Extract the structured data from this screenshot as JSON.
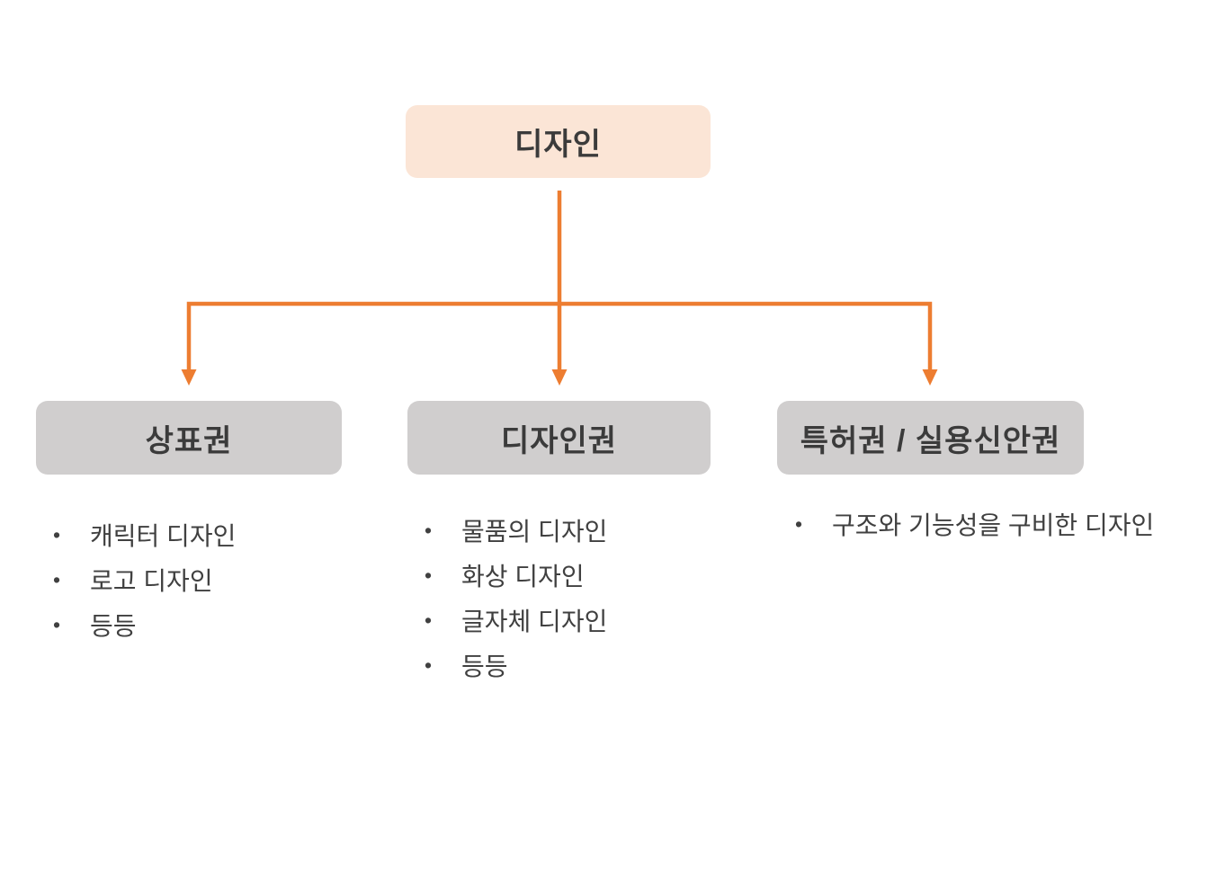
{
  "diagram": {
    "bullet": "•",
    "root": {
      "label": "디자인"
    },
    "branches": [
      {
        "title": "상표권",
        "items": [
          "캐릭터 디자인",
          "로고 디자인",
          "등등"
        ]
      },
      {
        "title": "디자인권",
        "items": [
          "물품의 디자인",
          "화상 디자인",
          "글자체 디자인",
          "등등"
        ]
      },
      {
        "title": "특허권 / 실용신안권",
        "items": [
          "구조와 기능성을 구비한 디자인"
        ]
      }
    ],
    "colors": {
      "root_bg": "#FBE5D6",
      "branch_bg": "#D0CECE",
      "arrow": "#ED7D31",
      "title_text": "#3B3B3B",
      "body_text": "#404040",
      "background": "#FFFFFF"
    }
  }
}
